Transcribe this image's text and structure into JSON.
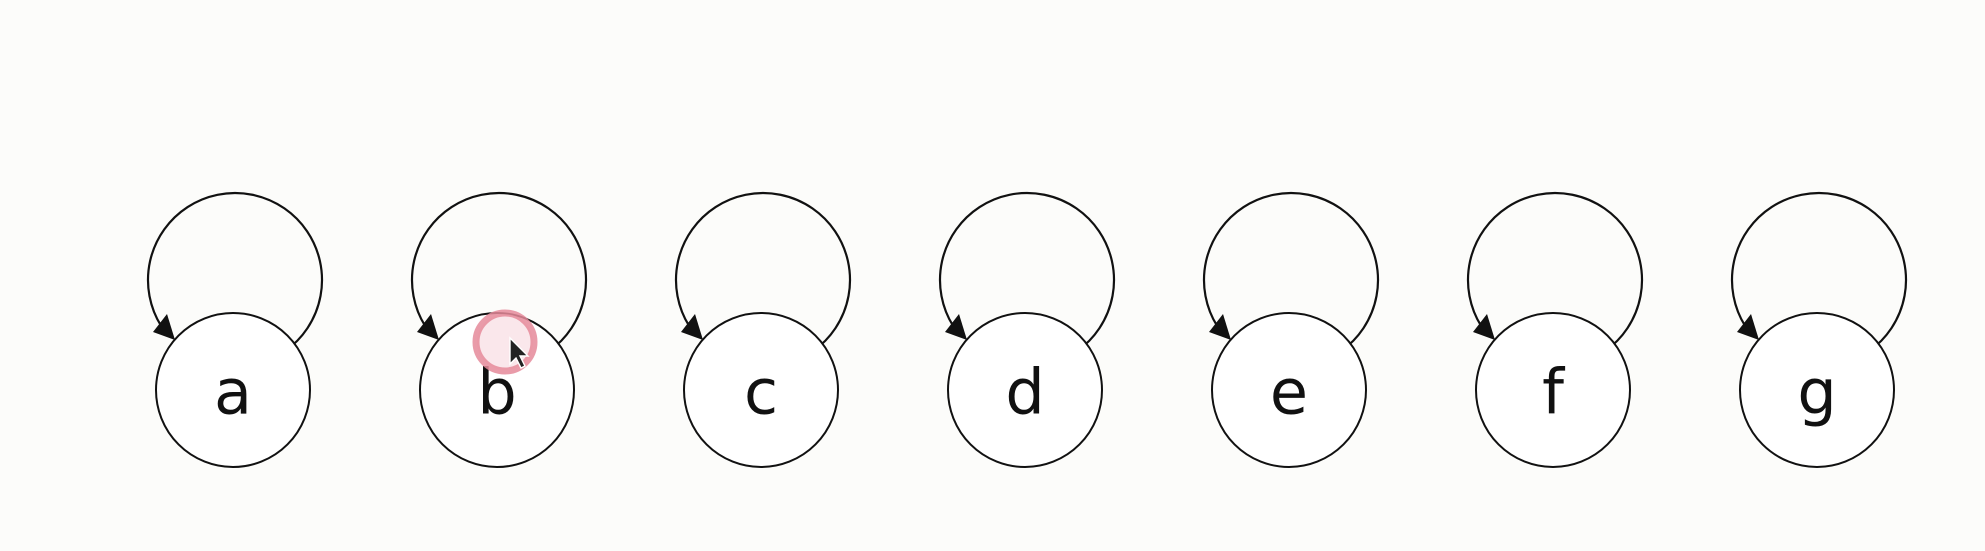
{
  "diagram": {
    "nodes": [
      {
        "id": "a",
        "label": "a",
        "self_loop": true
      },
      {
        "id": "b",
        "label": "b",
        "self_loop": true
      },
      {
        "id": "c",
        "label": "c",
        "self_loop": true
      },
      {
        "id": "d",
        "label": "d",
        "self_loop": true
      },
      {
        "id": "e",
        "label": "e",
        "self_loop": true
      },
      {
        "id": "f",
        "label": "f",
        "self_loop": true
      },
      {
        "id": "g",
        "label": "g",
        "self_loop": true
      }
    ],
    "edges": [
      {
        "from": "a",
        "to": "a"
      },
      {
        "from": "b",
        "to": "b"
      },
      {
        "from": "c",
        "to": "c"
      },
      {
        "from": "d",
        "to": "d"
      },
      {
        "from": "e",
        "to": "e"
      },
      {
        "from": "f",
        "to": "f"
      },
      {
        "from": "g",
        "to": "g"
      }
    ]
  },
  "cursor": {
    "icon": "mouse-pointer-icon",
    "highlight_icon": "click-highlight-icon",
    "over_node": "b"
  },
  "colors": {
    "stroke": "#111111",
    "click_highlight": "#e58a9a",
    "background": "#fcfcfa"
  }
}
